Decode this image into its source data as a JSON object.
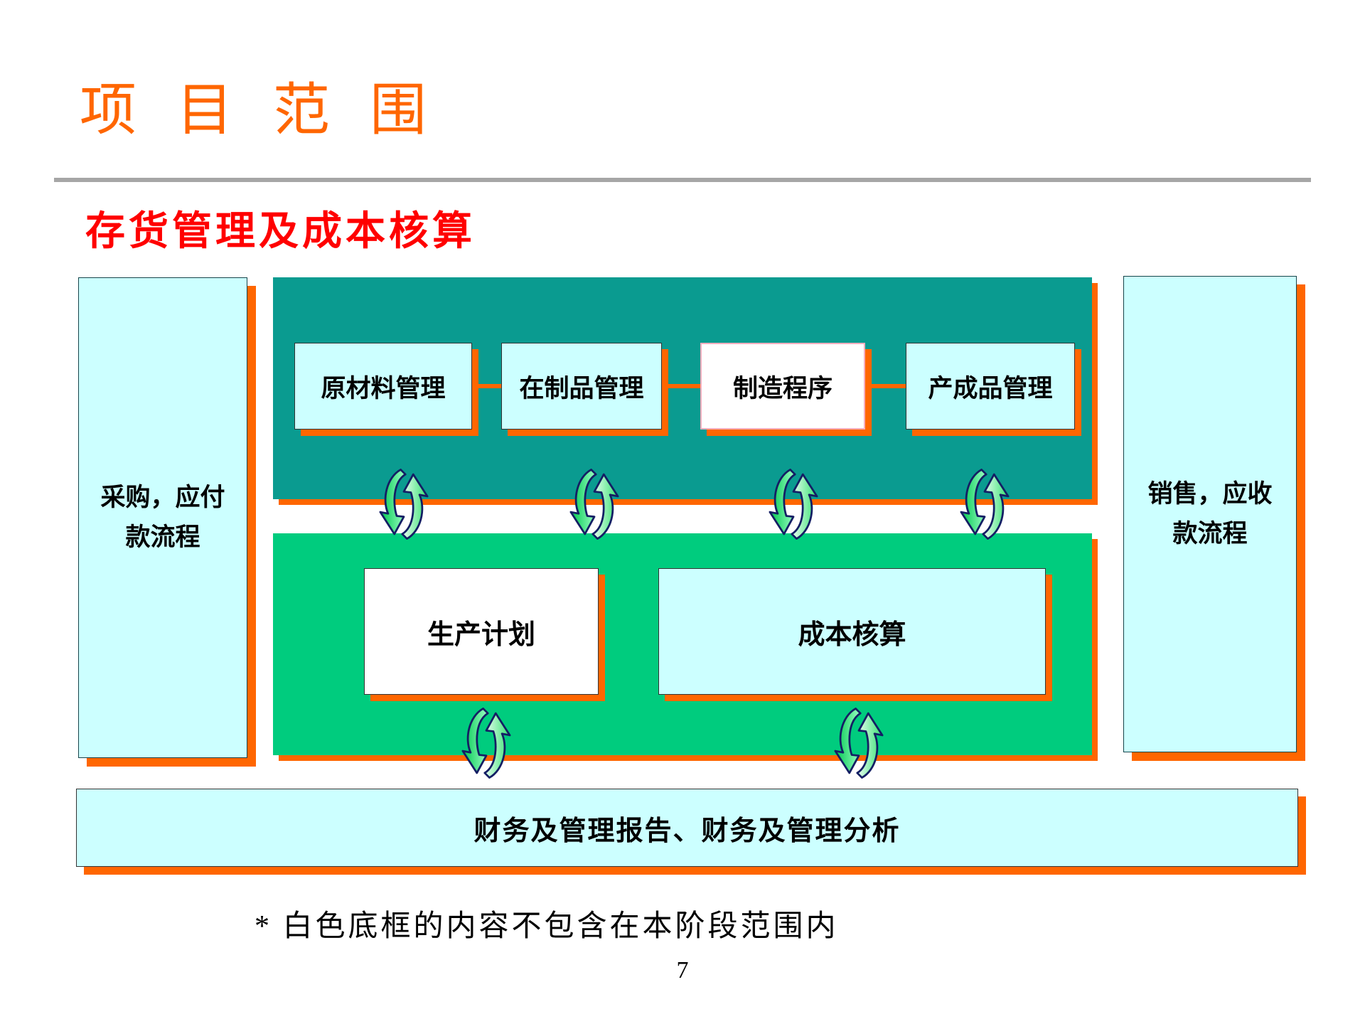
{
  "slide": {
    "title": "项 目 范 围",
    "subtitle": "存货管理及成本核算",
    "footnote": "* 白色底框的内容不包含在本阶段范围内",
    "page_number": "7"
  },
  "diagram": {
    "left_panel": {
      "label": "采购，应付\n款流程"
    },
    "right_panel": {
      "label": "销售，应收\n款流程"
    },
    "top_row_boxes": [
      {
        "label": "原材料管理",
        "fill": "cyan"
      },
      {
        "label": "在制品管理",
        "fill": "cyan"
      },
      {
        "label": "制造程序",
        "fill": "white"
      },
      {
        "label": "产成品管理",
        "fill": "cyan"
      }
    ],
    "middle_row_boxes": [
      {
        "label": "生产计划",
        "fill": "white"
      },
      {
        "label": "成本核算",
        "fill": "cyan"
      }
    ],
    "bottom_bar": {
      "label": "财务及管理报告、财务及管理分析"
    }
  },
  "colors": {
    "accent": "#FF6600",
    "red": "#FF0000",
    "teal": "#0A9B90",
    "green": "#00CC7E",
    "cyan": "#CCFFFF",
    "divider": "#A6A6A6",
    "arrow_green": "#00D84A"
  }
}
